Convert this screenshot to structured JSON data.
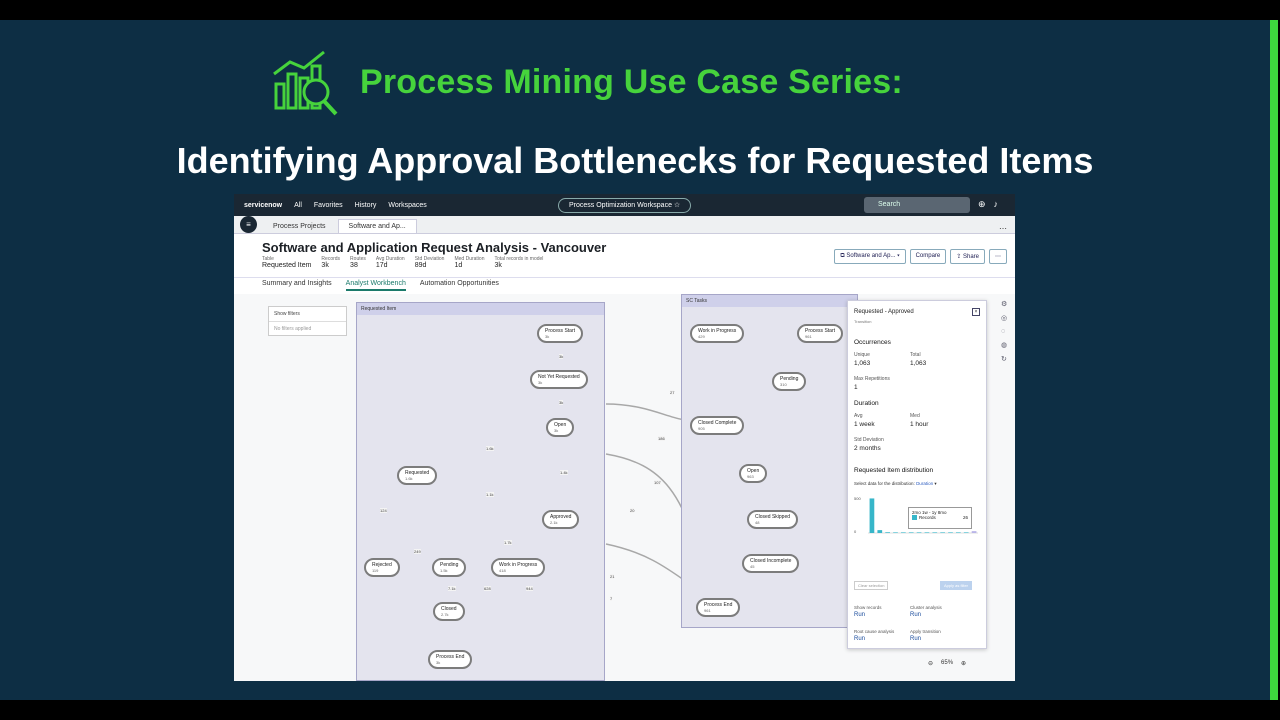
{
  "slide": {
    "title": "Process Mining Use Case Series:",
    "subtitle": "Identifying Approval Bottlenecks for Requested Items",
    "colors": {
      "accent": "#46d33c",
      "background": "#0d2e44"
    }
  },
  "topbar": {
    "brand": "servicenow",
    "nav": [
      "All",
      "Favorites",
      "History",
      "Workspaces"
    ],
    "workspace": "Process Optimization Workspace",
    "search_placeholder": "Search"
  },
  "tabs": [
    "Process Projects",
    "Software and Ap..."
  ],
  "header": {
    "title": "Software and Application Request Analysis - Vancouver",
    "stats": [
      {
        "k": "Table",
        "v": "Requested Item"
      },
      {
        "k": "Records",
        "v": "3k"
      },
      {
        "k": "Routes",
        "v": "38"
      },
      {
        "k": "Avg Duration",
        "v": "17d"
      },
      {
        "k": "Std Deviation",
        "v": "89d"
      },
      {
        "k": "Med Duration",
        "v": "1d"
      },
      {
        "k": "Total records in model",
        "v": "3k"
      }
    ],
    "buttons": {
      "project": "Software and Ap...",
      "compare": "Compare",
      "share": "Share"
    }
  },
  "subtabs": [
    "Summary and Insights",
    "Analyst Workbench",
    "Automation Opportunities"
  ],
  "filters": {
    "show": "Show filters",
    "none": "No filters applied"
  },
  "groups": {
    "requested_item": "Requested Item",
    "sc_tasks": "SC Tasks"
  },
  "ri_nodes": [
    {
      "label": "Process Start",
      "count": "3k"
    },
    {
      "label": "Not Yet Requested",
      "count": "3k"
    },
    {
      "label": "Open",
      "count": "3k"
    },
    {
      "label": "Requested",
      "count": "1.6k"
    },
    {
      "label": "Approved",
      "count": "2.1k"
    },
    {
      "label": "Rejected",
      "count": "119"
    },
    {
      "label": "Pending",
      "count": "1.5k"
    },
    {
      "label": "Work in Progress",
      "count": "418"
    },
    {
      "label": "Closed",
      "count": "2.7k"
    },
    {
      "label": "Process End",
      "count": "3k"
    }
  ],
  "sc_nodes": [
    {
      "label": "Work in Progress",
      "count": "429"
    },
    {
      "label": "Process Start",
      "count": "961"
    },
    {
      "label": "Pending",
      "count": "310"
    },
    {
      "label": "Closed Complete",
      "count": "905"
    },
    {
      "label": "Open",
      "count": "963"
    },
    {
      "label": "Closed Skipped",
      "count": "48"
    },
    {
      "label": "Closed Incomplete",
      "count": "45"
    },
    {
      "label": "Process End",
      "count": "961"
    }
  ],
  "edge_labels": [
    "3k",
    "3k",
    "1.6k",
    "1.1k",
    "1.4k",
    "124",
    "249",
    "1.7k",
    "7.1k",
    "628",
    "944",
    "27",
    "186",
    "107",
    "20",
    "21",
    "7"
  ],
  "panel": {
    "title": "Requested - Approved",
    "subtitle": "Transition",
    "occurrences": "Occurrences",
    "unique_label": "Unique",
    "unique": "1,063",
    "total_label": "Total",
    "total": "1,063",
    "maxrep_label": "Max Repetitions",
    "maxrep": "1",
    "duration": "Duration",
    "avg_label": "Avg",
    "avg": "1 week",
    "med_label": "Med",
    "med": "1 hour",
    "std_label": "Std Deviation",
    "std": "2 months",
    "dist_title": "Requested Item distribution",
    "dist_ctrl": "Select data for the distribution:",
    "dist_sel": "Duration",
    "tooltip_range": "2mo 1w - 1y 8mo",
    "tooltip_series": "Records",
    "tooltip_value": "26",
    "clear": "Clear selection",
    "apply": "Apply as filter",
    "actions": [
      {
        "k": "Show records",
        "v": "Run"
      },
      {
        "k": "Cluster analysis",
        "v": "Run"
      },
      {
        "k": "Root cause analysis",
        "v": "Run"
      },
      {
        "k": "Apply transition",
        "v": "Run"
      }
    ]
  },
  "chart_data": {
    "type": "bar",
    "ylim": [
      0,
      500
    ],
    "yticks": [
      "500",
      "0"
    ],
    "values": [
      480,
      40,
      10,
      4,
      3,
      2,
      2,
      2,
      1,
      1,
      1,
      1,
      1,
      26
    ],
    "highlight_index": 13
  },
  "zoom": "65%"
}
